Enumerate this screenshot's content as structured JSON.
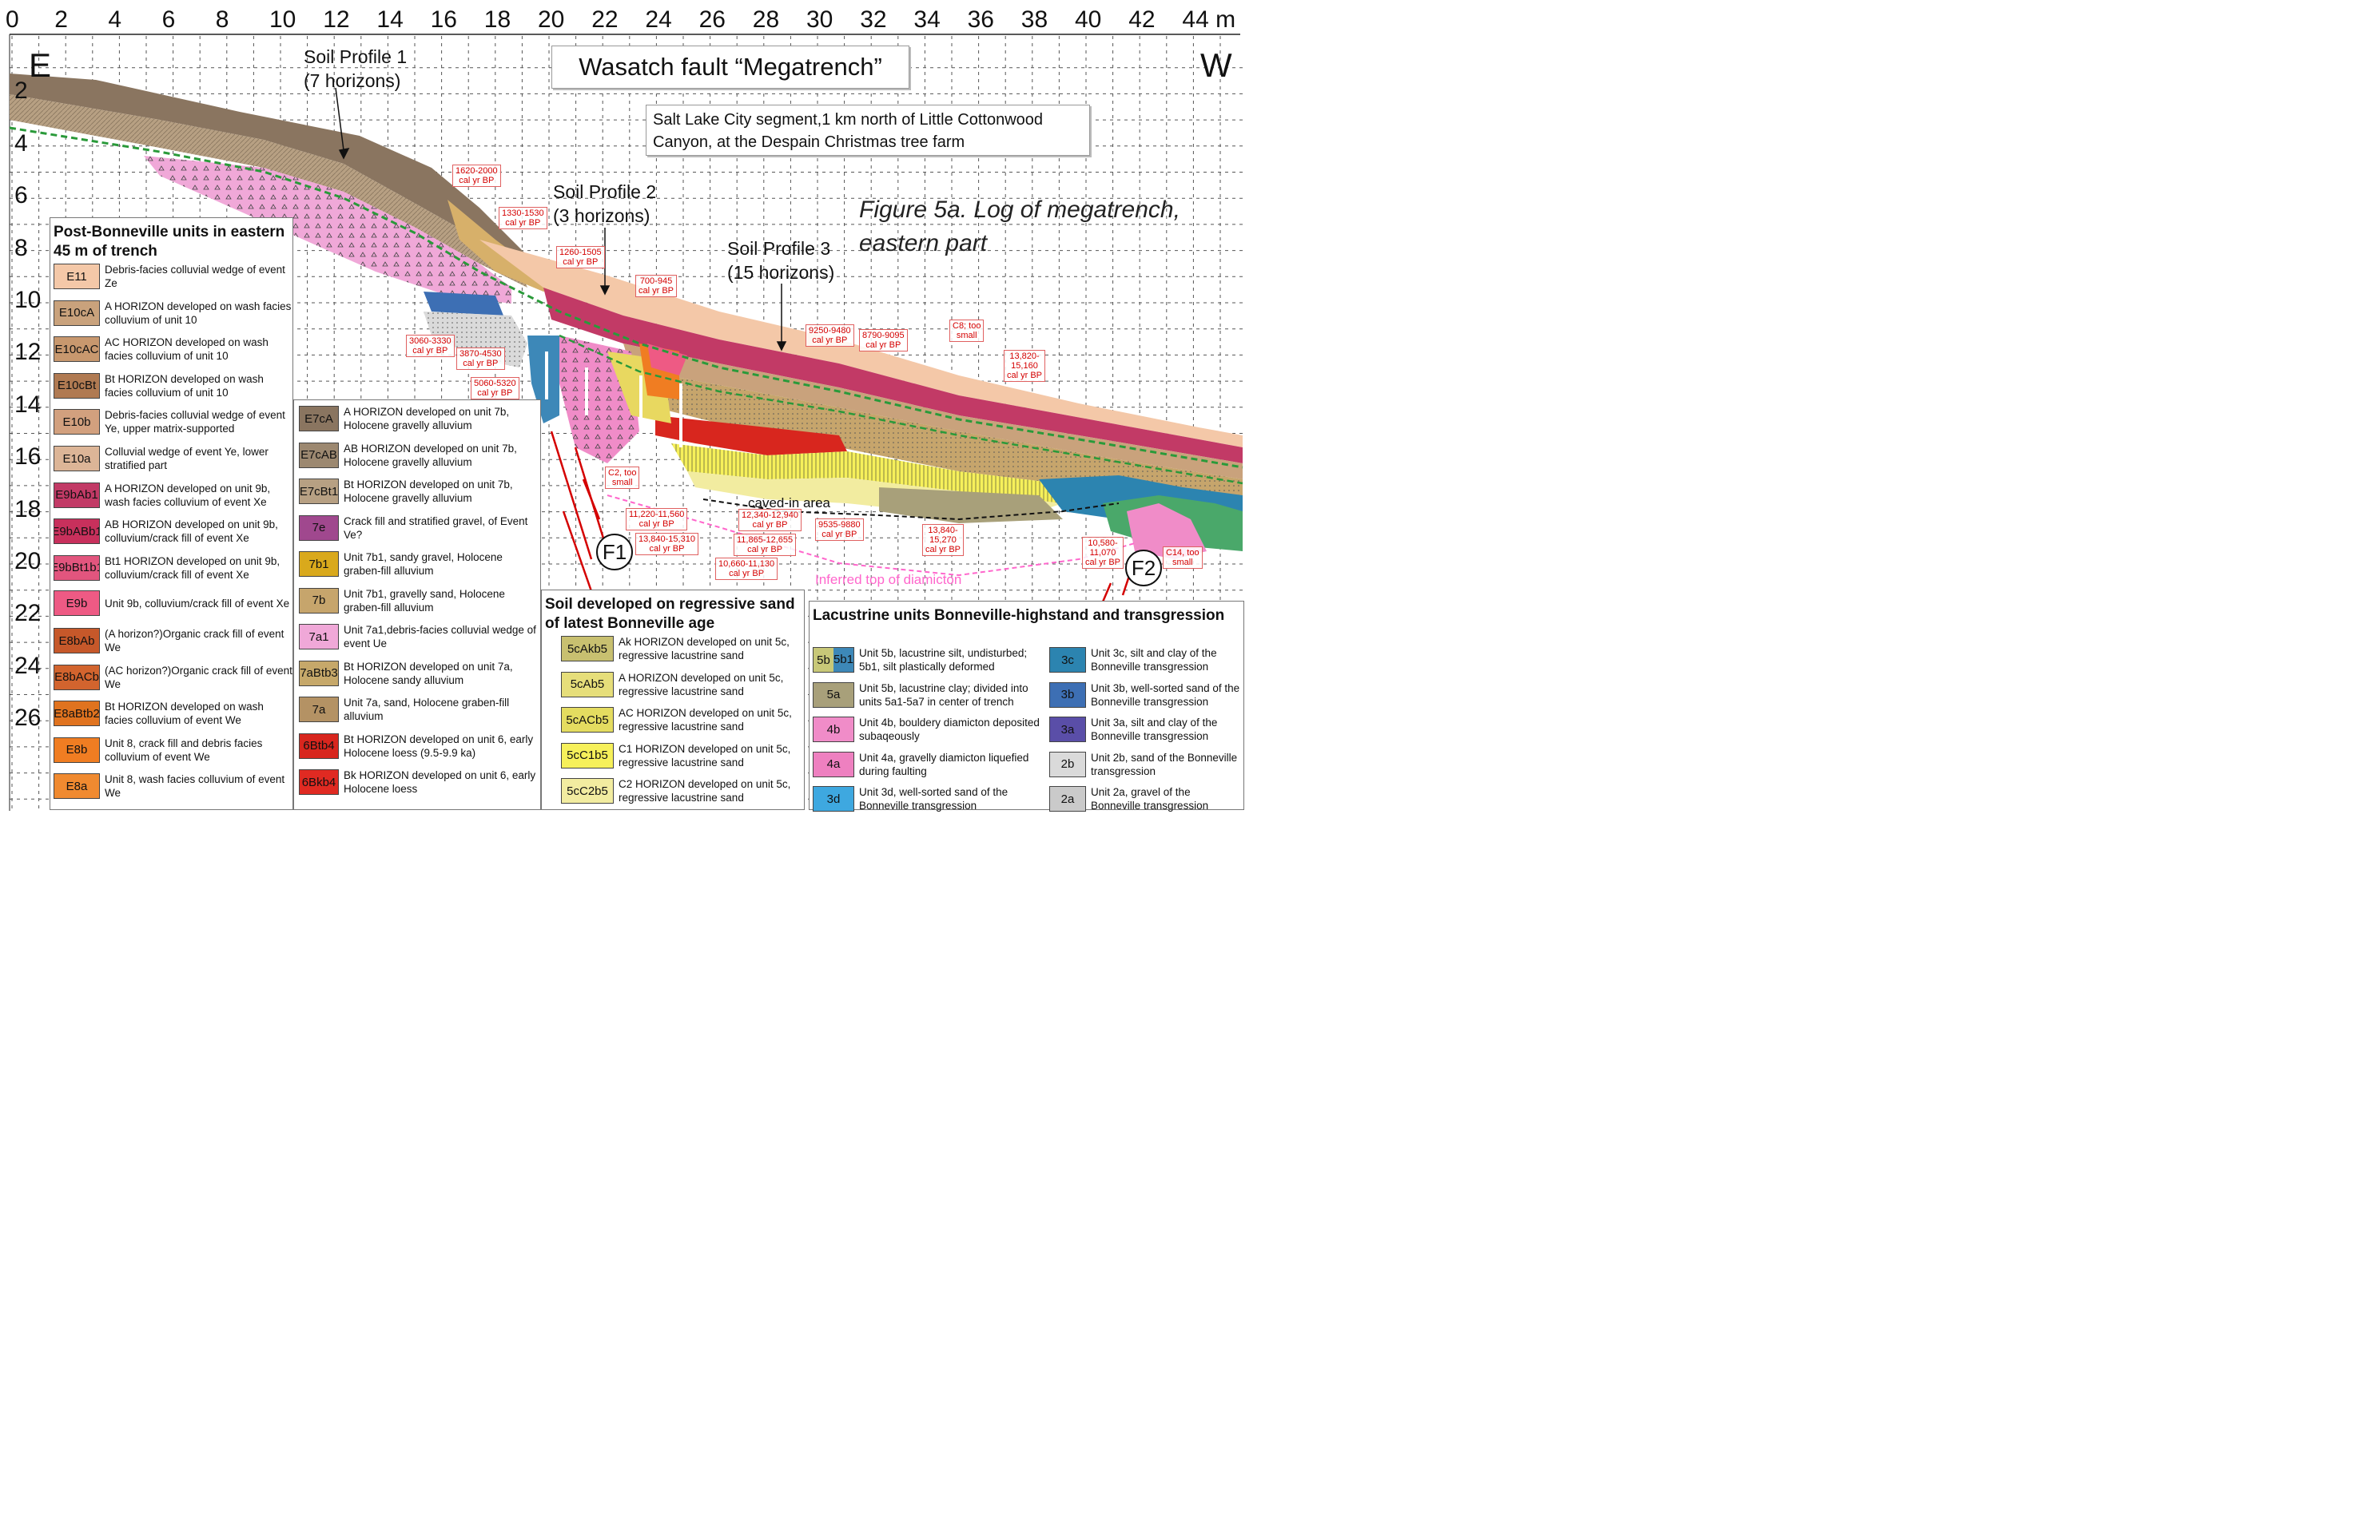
{
  "title": "Wasatch fault “Megatrench”",
  "subtitle_line1": "Salt Lake City segment,1 km north of Little Cottonwood",
  "subtitle_line2": "Canyon, at the Despain Christmas tree farm",
  "figure_caption_line1": "Figure 5a. Log of megatrench,",
  "figure_caption_line2": "eastern part",
  "direction_east": "E",
  "direction_west": "W",
  "x_axis_ticks": [
    "0",
    "2",
    "4",
    "6",
    "8",
    "10",
    "12",
    "14",
    "16",
    "18",
    "20",
    "22",
    "24",
    "26",
    "28",
    "30",
    "32",
    "34",
    "36",
    "38",
    "40",
    "42",
    "44 m"
  ],
  "y_axis_ticks": [
    "2",
    "4",
    "6",
    "8",
    "10",
    "12",
    "14",
    "16",
    "18",
    "20",
    "22",
    "24",
    "26"
  ],
  "soil_profiles": [
    {
      "line1": "Soil Profile 1",
      "line2": "(7 horizons)"
    },
    {
      "line1": "Soil Profile 2",
      "line2": "(3 horizons)"
    },
    {
      "line1": "Soil Profile 3",
      "line2": "(15 horizons)"
    }
  ],
  "ages": [
    "1620-2000\ncal yr BP",
    "1330-1530\ncal yr BP",
    "1260-1505\ncal yr BP",
    "700-945\ncal yr BP",
    "3060-3330\ncal yr BP",
    "3870-4530\ncal yr BP",
    "5060-5320\ncal yr BP",
    "9250-9480\ncal yr BP",
    "8790-9095\ncal yr BP",
    "C8; too\nsmall",
    "13,820-\n15,160\ncal yr BP",
    "C2, too\nsmall",
    "11,220-11,560\ncal yr BP",
    "13,840-15,310\ncal yr BP",
    "12,340-12,940\ncal yr BP",
    "11,865-12,655\ncal yr BP",
    "10,660-11,130\ncal yr BP",
    "9535-9880\ncal yr BP",
    "13,840-\n15,270\ncal yr BP",
    "10,580-\n11,070\ncal yr BP",
    "C14, too\nsmall"
  ],
  "fault_labels": [
    "F1",
    "F2"
  ],
  "caved_in": "caved-in area",
  "inferred_top": "Inferred top of diamicton",
  "post_bonneville": {
    "heading": "Post-Bonneville units in eastern 45 m of trench",
    "items": [
      {
        "code": "E11",
        "desc": "Debris-facies colluvial wedge of event Ze",
        "color": "#f4c8a8"
      },
      {
        "code": "E10cA",
        "desc": "A HORIZON developed on wash facies colluvium of unit 10",
        "color": "#c9a27c"
      },
      {
        "code": "E10cAC",
        "desc": "AC HORIZON developed on wash facies colluvium of unit 10",
        "color": "#c8986e"
      },
      {
        "code": "E10cBt",
        "desc": "Bt HORIZON developed on wash facies colluvium of unit 10",
        "color": "#b07a52"
      },
      {
        "code": "E10b",
        "desc": "Debris-facies colluvial wedge of event Ye, upper matrix-supported",
        "color": "#d2a07e"
      },
      {
        "code": "E10a",
        "desc": "Colluvial wedge of  event Ye, lower stratified part",
        "color": "#dcb597"
      },
      {
        "code": "E9bAb1",
        "desc": "A HORIZON developed on unit 9b, wash facies colluvium of event Xe",
        "color": "#c23a66"
      },
      {
        "code": "E9bABb1",
        "desc": "AB HORIZON developed on unit 9b, colluvium/crack fill of event Xe",
        "color": "#c8305c"
      },
      {
        "code": "E9bBt1b1",
        "desc": "Bt1 HORIZON developed on unit 9b, colluvium/crack fill of event Xe",
        "color": "#e2557e"
      },
      {
        "code": "E9b",
        "desc": "Unit 9b, colluvium/crack fill of event Xe",
        "color": "#ee5a84"
      },
      {
        "code": "E8bAb",
        "desc": "(A horizon?)Organic crack fill of event We",
        "color": "#c6582a"
      },
      {
        "code": "E8bACb",
        "desc": "(AC horizon?)Organic crack fill of event We",
        "color": "#d2642e"
      },
      {
        "code": "E8aBtb2",
        "desc": "Bt HORIZON developed on wash facies colluvium of event We",
        "color": "#e0731f"
      },
      {
        "code": "E8b",
        "desc": "Unit 8, crack fill and debris facies colluvium of event We",
        "color": "#f07d22"
      },
      {
        "code": "E8a",
        "desc": "Unit 8, wash facies colluvium of event We",
        "color": "#f08a30"
      }
    ]
  },
  "holocene": {
    "items": [
      {
        "code": "E7cA",
        "desc": "A HORIZON developed on unit 7b, Holocene gravelly alluvium",
        "color": "#8a7560"
      },
      {
        "code": "E7cAB",
        "desc": "AB HORIZON developed on unit 7b, Holocene gravelly alluvium",
        "color": "#9c8870"
      },
      {
        "code": "E7cBt1",
        "desc": "Bt HORIZON developed on unit 7b, Holocene gravelly alluvium",
        "color": "#b7a083"
      },
      {
        "code": "7e",
        "desc": "Crack fill and stratified gravel, of Event Ve?",
        "color": "#a0488e"
      },
      {
        "code": "7b1",
        "desc": "Unit 7b1, sandy gravel, Holocene graben-fill alluvium",
        "color": "#d9a91c"
      },
      {
        "code": "7b",
        "desc": "Unit 7b1, gravelly sand, Holocene graben-fill alluvium",
        "color": "#c6a56c"
      },
      {
        "code": "7a1",
        "desc": "Unit 7a1,debris-facies colluvial wedge of event Ue",
        "color": "#f0a8d8"
      },
      {
        "code": "7aBtb3",
        "desc": "Bt HORIZON developed on unit 7a, Holocene sandy alluvium",
        "color": "#c6a86a"
      },
      {
        "code": "7a",
        "desc": "Unit 7a, sand, Holocene graben-fill alluvium",
        "color": "#b49264"
      },
      {
        "code": "6Btb4",
        "desc": "Bt HORIZON developed on unit 6, early Holocene loess (9.5-9.9 ka)",
        "color": "#d8261e"
      },
      {
        "code": "6Bkb4",
        "desc": "Bk HORIZON developed on unit 6, early Holocene loess",
        "color": "#e02a22"
      }
    ]
  },
  "regressive": {
    "heading": "Soil developed on regressive sand of latest Bonneville age",
    "items": [
      {
        "code": "5cAkb5",
        "desc": "Ak HORIZON developed on unit 5c, regressive lacustrine sand",
        "color": "#c8c070"
      },
      {
        "code": "5cAb5",
        "desc": "A HORIZON developed on unit 5c, regressive lacustrine sand",
        "color": "#e6de7a"
      },
      {
        "code": "5cACb5",
        "desc": "AC HORIZON developed on unit 5c, regressive lacustrine sand",
        "color": "#e4dc60"
      },
      {
        "code": "5cC1b5",
        "desc": "C1 HORIZON developed on unit 5c, regressive lacustrine sand",
        "color": "#f6f05a"
      },
      {
        "code": "5cC2b5",
        "desc": "C2 HORIZON developed on unit 5c, regressive lacustrine sand",
        "color": "#f2eca0"
      }
    ]
  },
  "lacustrine": {
    "heading": "Lacustrine units Bonneville-highstand and transgression",
    "items_left": [
      {
        "code": "5b",
        "code2": "5b1",
        "desc": "Unit 5b, lacustrine silt, undisturbed; 5b1, silt plastically deformed",
        "color": "#c8c878",
        "color2": "#3d88b8"
      },
      {
        "code": "5a",
        "desc": "Unit 5b, lacustrine clay; divided into units 5a1-5a7 in center of trench",
        "color": "#a8a07a"
      },
      {
        "code": "4b",
        "desc": "Unit 4b, bouldery diamicton deposited subaqeously",
        "color": "#f08cc8"
      },
      {
        "code": "4a",
        "desc": "Unit 4a, gravelly diamicton liquefied during faulting",
        "color": "#ee80c0"
      },
      {
        "code": "3d",
        "desc": "Unit 3d, well-sorted sand of the Bonneville transgression",
        "color": "#3ea8e0"
      }
    ],
    "items_right": [
      {
        "code": "3c",
        "desc": "Unit 3c, silt and clay of the Bonneville transgression",
        "color": "#2c84b0"
      },
      {
        "code": "3b",
        "desc": "Unit 3b, well-sorted sand of the Bonneville transgression",
        "color": "#3d6fb4"
      },
      {
        "code": "3a",
        "desc": "Unit 3a, silt and clay of the Bonneville transgression",
        "color": "#5a4ea8"
      },
      {
        "code": "2b",
        "desc": "Unit 2b, sand of the Bonneville transgression",
        "color": "#dadada"
      },
      {
        "code": "2a",
        "desc": "Unit 2a, gravel of the Bonneville transgression",
        "color": "#cacaca"
      }
    ]
  }
}
